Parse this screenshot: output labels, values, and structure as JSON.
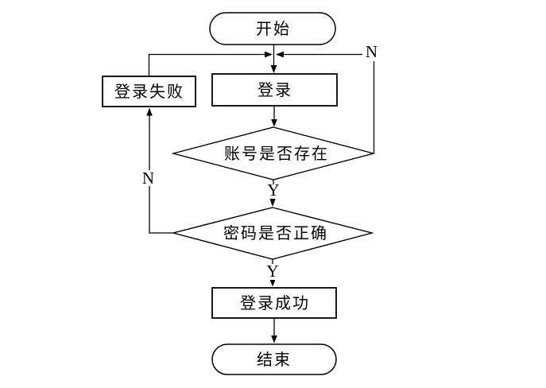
{
  "flowchart": {
    "description": "login-process-flowchart",
    "colors": {
      "background": "#ffffff",
      "stroke": "#000000",
      "text": "#000000"
    },
    "nodes": {
      "start": {
        "type": "terminator",
        "label": "开始"
      },
      "login": {
        "type": "process",
        "label": "登录"
      },
      "login_failed": {
        "type": "process",
        "label": "登录失败"
      },
      "account_check": {
        "type": "decision",
        "label": "账号是否存在"
      },
      "password_check": {
        "type": "decision",
        "label": "密码是否正确"
      },
      "login_success": {
        "type": "process",
        "label": "登录成功"
      },
      "end": {
        "type": "terminator",
        "label": "结束"
      }
    },
    "branch_labels": {
      "account_check_yes": "Y",
      "account_check_no": "N",
      "password_check_yes": "Y",
      "password_check_no": "N"
    }
  }
}
